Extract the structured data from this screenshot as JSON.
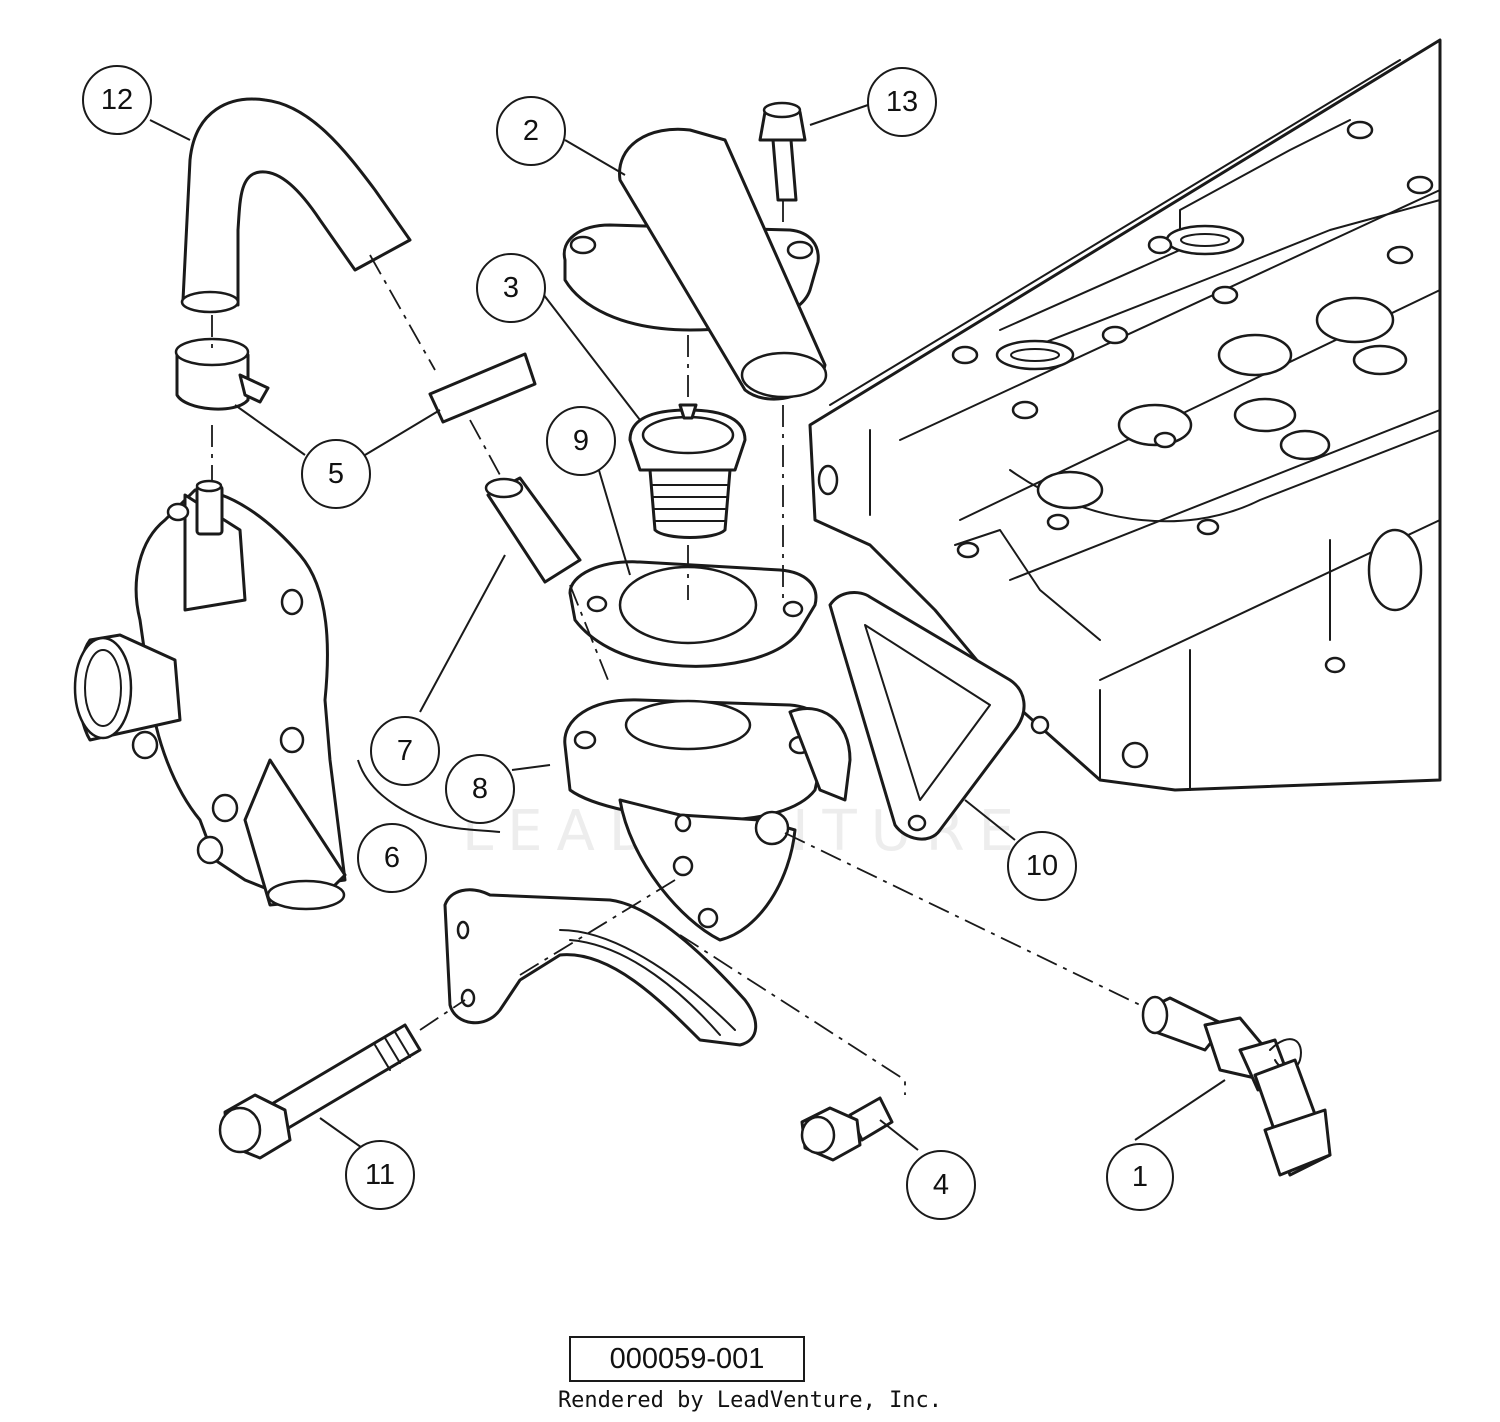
{
  "watermark": {
    "text": "LEADVENTURE"
  },
  "callouts": [
    {
      "number": "1"
    },
    {
      "number": "2"
    },
    {
      "number": "3"
    },
    {
      "number": "4"
    },
    {
      "number": "5"
    },
    {
      "number": "6"
    },
    {
      "number": "7"
    },
    {
      "number": "8"
    },
    {
      "number": "9"
    },
    {
      "number": "10"
    },
    {
      "number": "11"
    },
    {
      "number": "12"
    },
    {
      "number": "13"
    }
  ],
  "figure_id": "000059-001",
  "credit": "Rendered by LeadVenture, Inc."
}
